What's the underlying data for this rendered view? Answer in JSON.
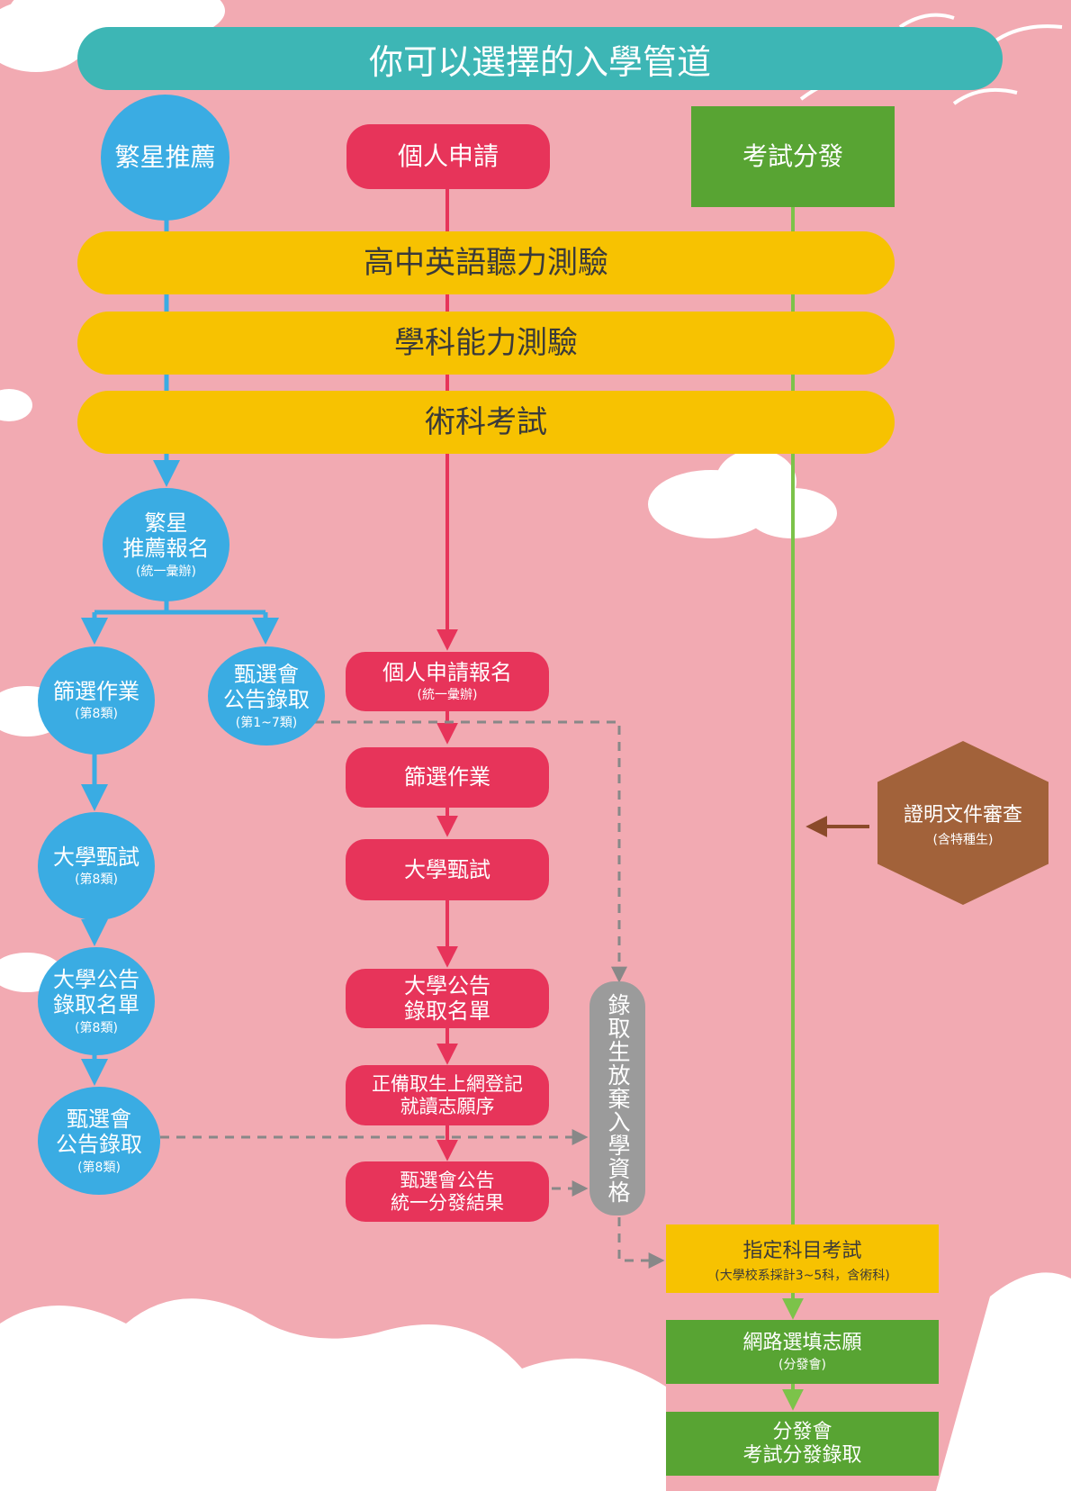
{
  "colors": {
    "background": "#f2aab2",
    "cloud": "#ffffff",
    "title_bar": "#3db6b5",
    "star_blue": "#3aace3",
    "apply_red": "#e7345a",
    "exam_green": "#58a433",
    "test_yellow": "#f7c201",
    "waiver_gray": "#9b9b9b",
    "review_brown": "#a2623a"
  },
  "title": "你可以選擇的入學管道",
  "channels": {
    "star": "繁星推薦",
    "personal": "個人申請",
    "exam": "考試分發"
  },
  "tests": {
    "english_listening": "高中英語聽力測驗",
    "gsat": "學科能力測驗",
    "art": "術科考試"
  },
  "star_path": {
    "register_l1": "繁星",
    "register_l2": "推薦報名",
    "register_sub": "(統一彙辦)",
    "screening": "篩選作業",
    "screening_sub": "(第8類)",
    "announce_l1": "甄選會",
    "announce_l2": "公告錄取",
    "announce_sub": "(第1~7類)",
    "interview": "大學甄試",
    "interview_sub": "(第8類)",
    "univ_list_l1": "大學公告",
    "univ_list_l2": "錄取名單",
    "univ_list_sub": "(第8類)",
    "final_l1": "甄選會",
    "final_l2": "公告錄取",
    "final_sub": "(第8類)"
  },
  "personal_path": {
    "register": "個人申請報名",
    "register_sub": "(統一彙辦)",
    "screening": "篩選作業",
    "interview": "大學甄試",
    "univ_list_l1": "大學公告",
    "univ_list_l2": "錄取名單",
    "online_l1": "正備取生上網登記",
    "online_l2": "就讀志願序",
    "result_l1": "甄選會公告",
    "result_l2": "統一分發結果"
  },
  "waiver": "錄取生放棄入學資格",
  "document_review": {
    "label": "證明文件審查",
    "sub": "(含特種生)"
  },
  "exam_path": {
    "designated": "指定科目考試",
    "designated_sub": "(大學校系採計3~5科，含術科)",
    "online_choice": "網路選填志願",
    "online_choice_sub": "(分發會)",
    "placement_l1": "分發會",
    "placement_l2": "考試分發錄取"
  }
}
